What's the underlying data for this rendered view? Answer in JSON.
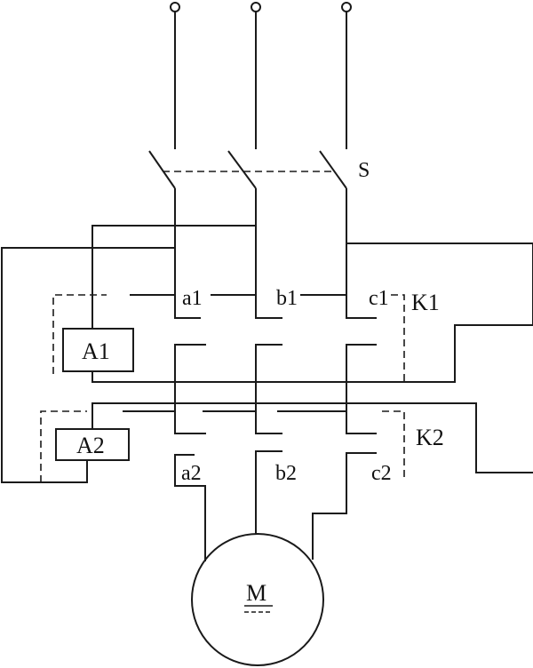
{
  "labels": {
    "switch": "S",
    "contactor_1": "K1",
    "contactor_2": "K2",
    "coil_1": "A1",
    "coil_2": "A2",
    "motor": "M",
    "k1_a": "a1",
    "k1_b": "b1",
    "k1_c": "c1",
    "k2_a": "a2",
    "k2_b": "b2",
    "k2_c": "c2"
  }
}
